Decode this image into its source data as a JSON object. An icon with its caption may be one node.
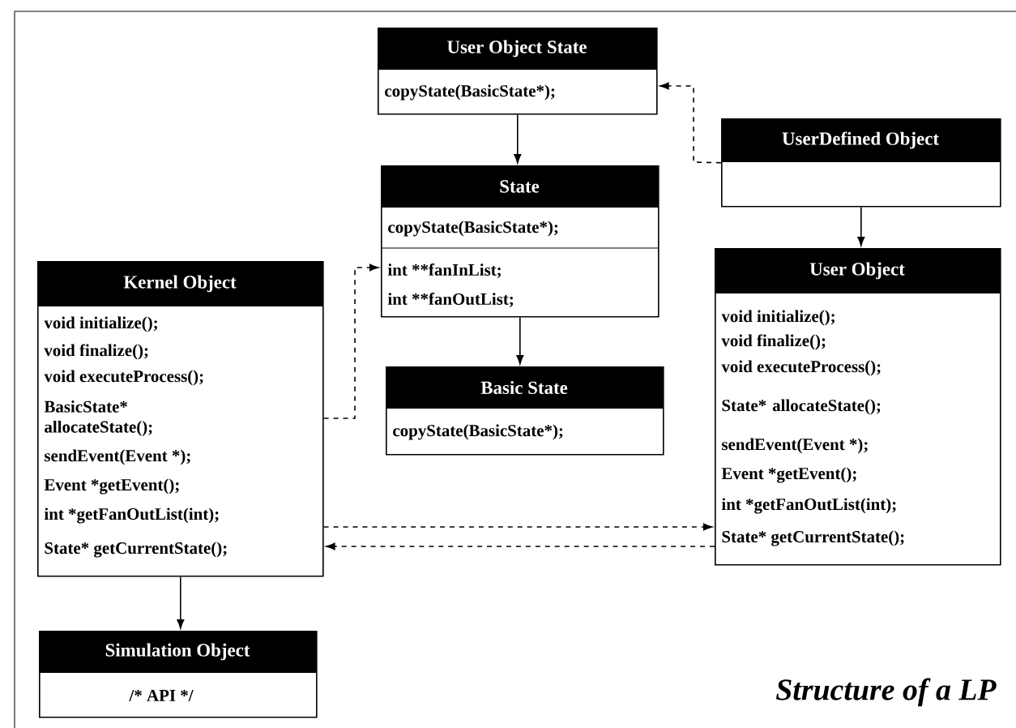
{
  "diagram": {
    "caption": "Structure of a LP",
    "nodes": [
      {
        "text": [
          "User Object State",
          "copyState(BasicState*);"
        ]
      },
      {
        "text": [
          "UserDefined Object"
        ]
      },
      {
        "text": [
          "State",
          "copyState(BasicState*);",
          "int **fanInList;",
          "int **fanOutList;"
        ]
      },
      {
        "text": [
          "Kernel Object",
          "void initialize();",
          "void finalize();",
          "void executeProcess();",
          "BasicState* allocateState();",
          "sendEvent(Event *);",
          "Event *getEvent();",
          "int *getFanOutList(int);",
          "State* getCurrentState();"
        ]
      },
      {
        "text": [
          "User Object",
          "void initialize();",
          "void finalize();",
          "void executeProcess();",
          "State* allocateState();",
          "sendEvent(Event *);",
          "Event *getEvent();",
          "int *getFanOutList(int);",
          "State* getCurrentState();"
        ]
      },
      {
        "text": [
          "Basic State",
          "copyState(BasicState*);"
        ]
      },
      {
        "text": [
          "Simulation Object",
          "/* API */"
        ]
      }
    ],
    "edges": [
      {
        "from": 0,
        "to": 2,
        "arrow": "to"
      },
      {
        "from": 1,
        "to": 0,
        "arrow": "to",
        "style": "dashed"
      },
      {
        "from": 1,
        "to": 4,
        "arrow": "to"
      },
      {
        "from": 2,
        "to": 5,
        "arrow": "to"
      },
      {
        "from": 3,
        "to": 2,
        "arrow": "to",
        "style": "dashed"
      },
      {
        "from": 3,
        "to": 4,
        "arrow": "to",
        "style": "dashed"
      },
      {
        "from": 4,
        "to": 3,
        "arrow": "to",
        "style": "dashed"
      },
      {
        "from": 3,
        "to": 6,
        "arrow": "to"
      }
    ]
  }
}
